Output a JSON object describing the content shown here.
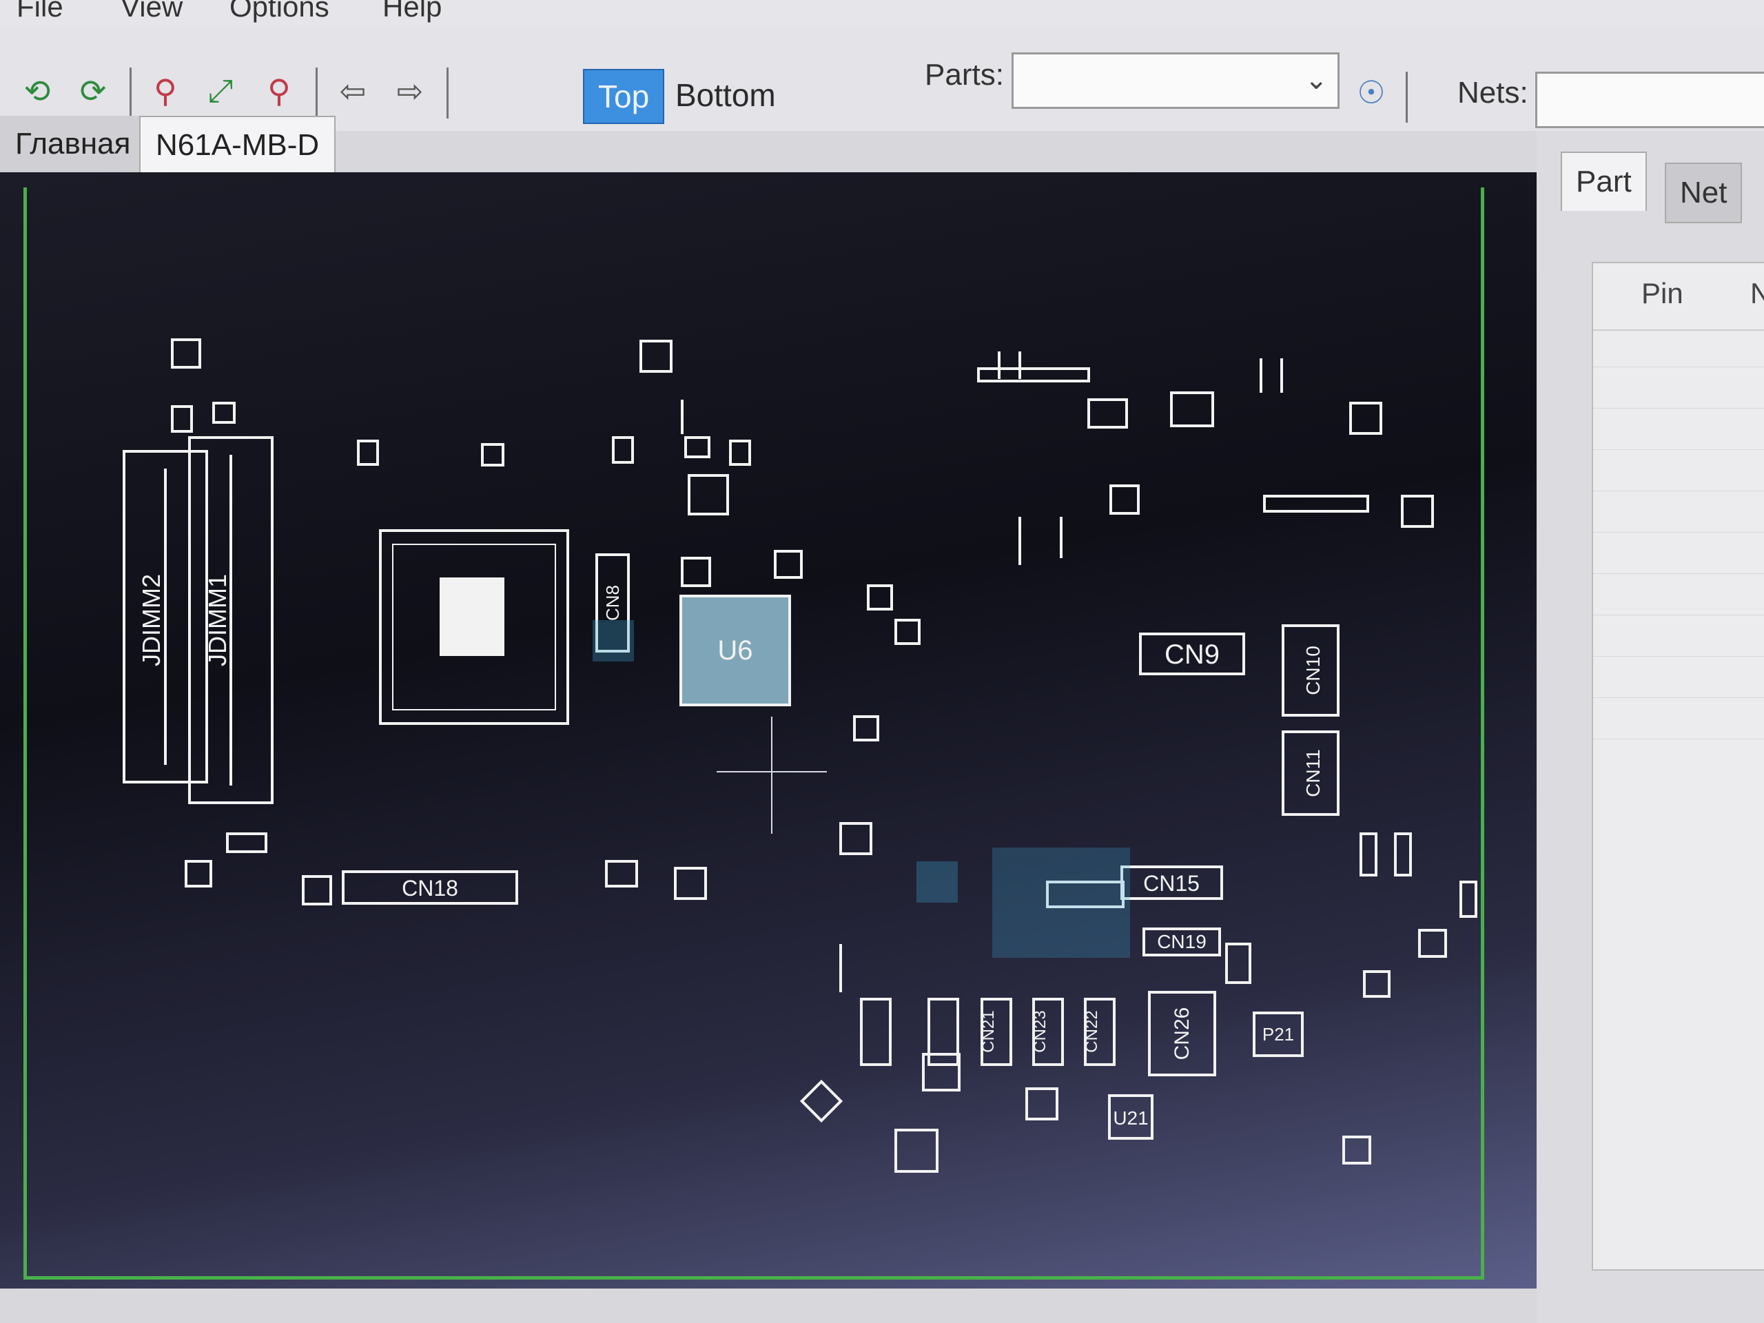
{
  "menu": {
    "items": [
      "File",
      "View",
      "Options",
      "Help"
    ]
  },
  "toolbar": {
    "icons": [
      "rotate-left-icon",
      "rotate-right-icon",
      "zoom-in-icon",
      "zoom-fit-icon",
      "zoom-out-icon",
      "arrow-left-icon",
      "arrow-right-icon"
    ],
    "side_top": "Top",
    "side_bottom": "Bottom",
    "parts_label": "Parts:",
    "parts_value": "",
    "nets_label": "Nets:",
    "nets_value": ""
  },
  "tabs": [
    "Главная",
    "N61A-MB-D"
  ],
  "active_tab": "N61A-MB-D",
  "board": {
    "labels": {
      "jdimm2": "JDIMM2",
      "jdimm1": "JDIMM1",
      "cn8": "CN8",
      "u6": "U6",
      "cn9": "CN9",
      "cn10": "CN10",
      "cn11": "CN11",
      "cn18": "CN18",
      "cn15": "CN15",
      "cn19": "CN19",
      "cn26": "CN26",
      "cn21": "CN21",
      "cn23": "CN23",
      "cn22": "CN22",
      "u21": "U21",
      "p21": "P21"
    },
    "outline_color": "#4ab04a"
  },
  "panel": {
    "tab_part": "Part",
    "tab_net": "Net",
    "col_pin": "Pin",
    "col_net": "N"
  },
  "colors": {
    "accent": "#3d8fe0",
    "canvas_bg": "#12121a"
  }
}
